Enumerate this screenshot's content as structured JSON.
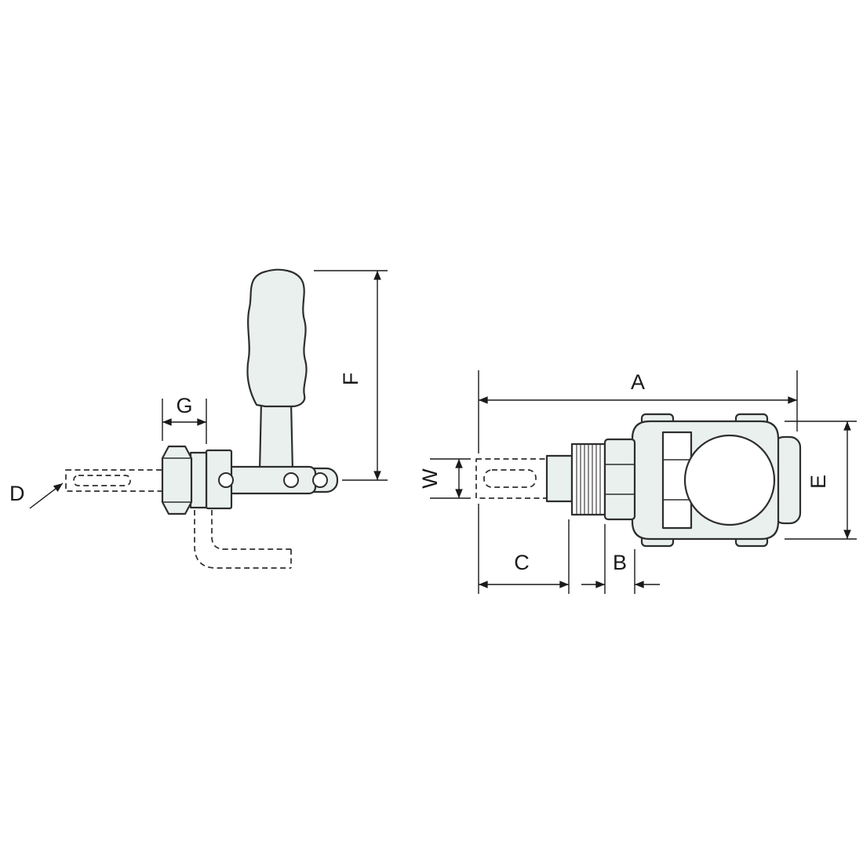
{
  "diagram": {
    "labels": {
      "a": "A",
      "b": "B",
      "c": "C",
      "d": "D",
      "e": "E",
      "f": "F",
      "g": "G",
      "w": "W"
    },
    "colors": {
      "line": "#2e2e2e",
      "dim": "#1a1a1a",
      "fill": "#e9f0ee",
      "background": "#ffffff"
    }
  }
}
